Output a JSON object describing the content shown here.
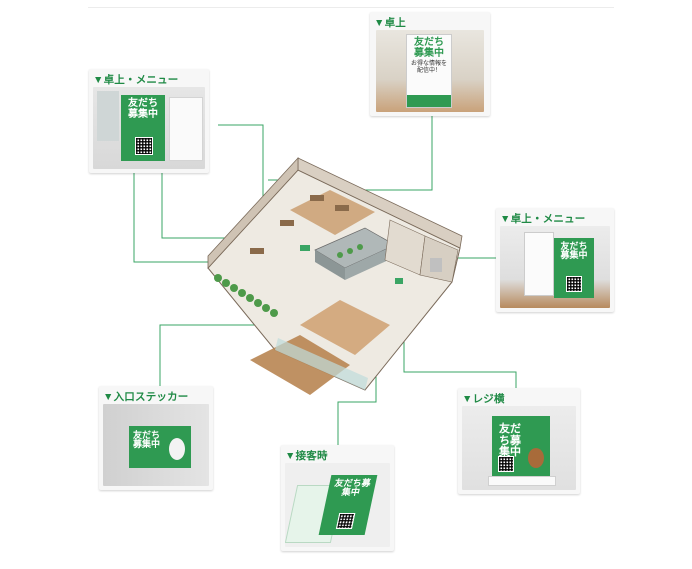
{
  "callouts": {
    "table_top": {
      "label": "▼卓上",
      "sign_title": "友だち募集中",
      "handwriting": "お得な情報を配信中！"
    },
    "table_menu_left": {
      "label": "▼卓上・メニュー",
      "sign_title": "友だち募集中"
    },
    "table_menu_right": {
      "label": "▼卓上・メニュー",
      "sign_title": "友だち募集中"
    },
    "entrance_sticker": {
      "label": "▼入口ステッカー",
      "sign_title": "友だち募集中"
    },
    "register": {
      "label": "▼レジ横",
      "sign_title": "友だち募集中"
    },
    "customer_service": {
      "label": "▼接客時",
      "sign_title": "友だち募集中"
    }
  },
  "colors": {
    "accent": "#1f8a45",
    "pop_green": "#2f9a52",
    "connector": "#3aa564"
  }
}
